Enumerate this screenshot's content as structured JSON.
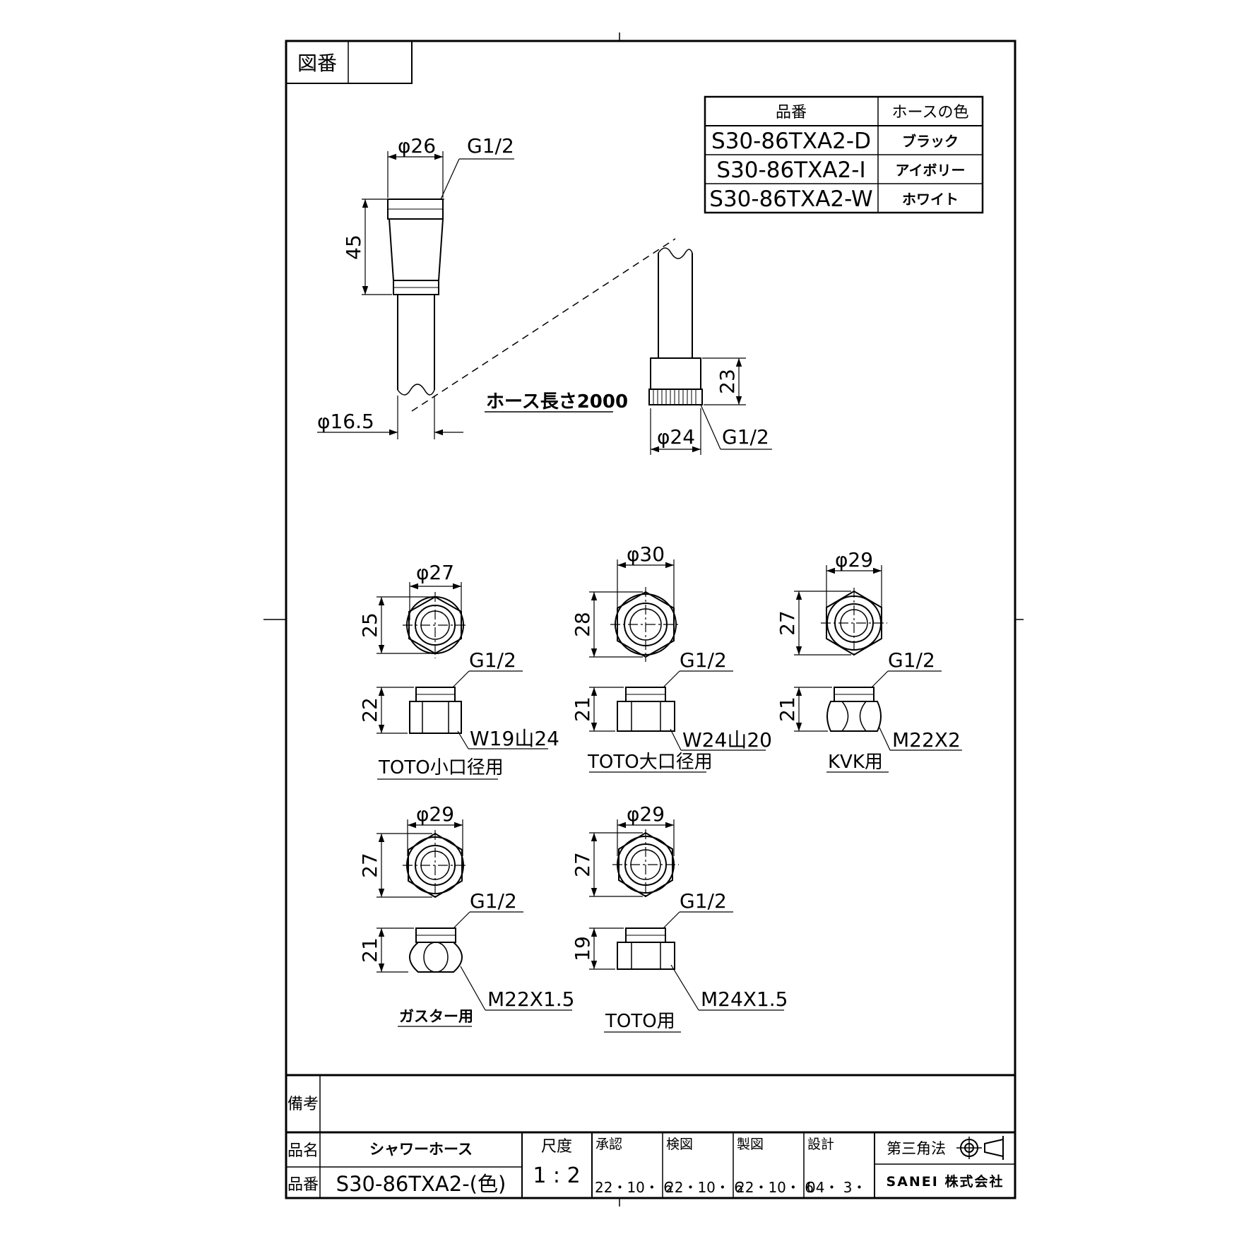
{
  "frame": {
    "zuban_label": "図番",
    "zuban_value": ""
  },
  "color_table": {
    "headers": [
      "品番",
      "ホースの色"
    ],
    "rows": [
      {
        "part": "S30-86TXA2-D",
        "color": "ブラック"
      },
      {
        "part": "S30-86TXA2-I",
        "color": "アイボリー"
      },
      {
        "part": "S30-86TXA2-W",
        "color": "ホワイト"
      }
    ]
  },
  "hose": {
    "left_diameter": "φ26",
    "left_thread": "G1/2",
    "left_length": "45",
    "tube_diameter": "φ16.5",
    "hose_length": "ホース長さ2000",
    "right_length": "23",
    "right_diameter": "φ24",
    "right_thread": "G1/2"
  },
  "adapters": [
    {
      "diameter": "φ27",
      "hex": "25",
      "height": "22",
      "thread": "G1/2",
      "spec": "W19山24",
      "use": "TOTO小口径用"
    },
    {
      "diameter": "φ30",
      "hex": "28",
      "height": "21",
      "thread": "G1/2",
      "spec": "W24山20",
      "use": "TOTO大口径用"
    },
    {
      "diameter": "φ29",
      "hex": "27",
      "height": "21",
      "thread": "G1/2",
      "spec": "M22X2",
      "use": "KVK用"
    },
    {
      "diameter": "φ29",
      "hex": "27",
      "height": "21",
      "thread": "G1/2",
      "spec": "M22X1.5",
      "use": "ガスター用"
    },
    {
      "diameter": "φ29",
      "hex": "27",
      "height": "19",
      "thread": "G1/2",
      "spec": "M24X1.5",
      "use": "TOTO用"
    }
  ],
  "title_block": {
    "remarks_label": "備考",
    "remarks_value": "",
    "name_label": "品名",
    "name_value": "シャワーホース",
    "part_label": "品番",
    "part_value": "S30-86TXA2-(色)",
    "scale_label": "尺度",
    "scale_value": "1 : 2",
    "approval_label": "承認",
    "approval_date": "22・10・ 6",
    "check_label": "検図",
    "check_date": "22・10・ 6",
    "draw_label": "製図",
    "draw_date": "22・10・ 6",
    "design_label": "設計",
    "design_date": "04・ 3・",
    "projection_label": "第三角法",
    "company": "SANEI 株式会社"
  }
}
